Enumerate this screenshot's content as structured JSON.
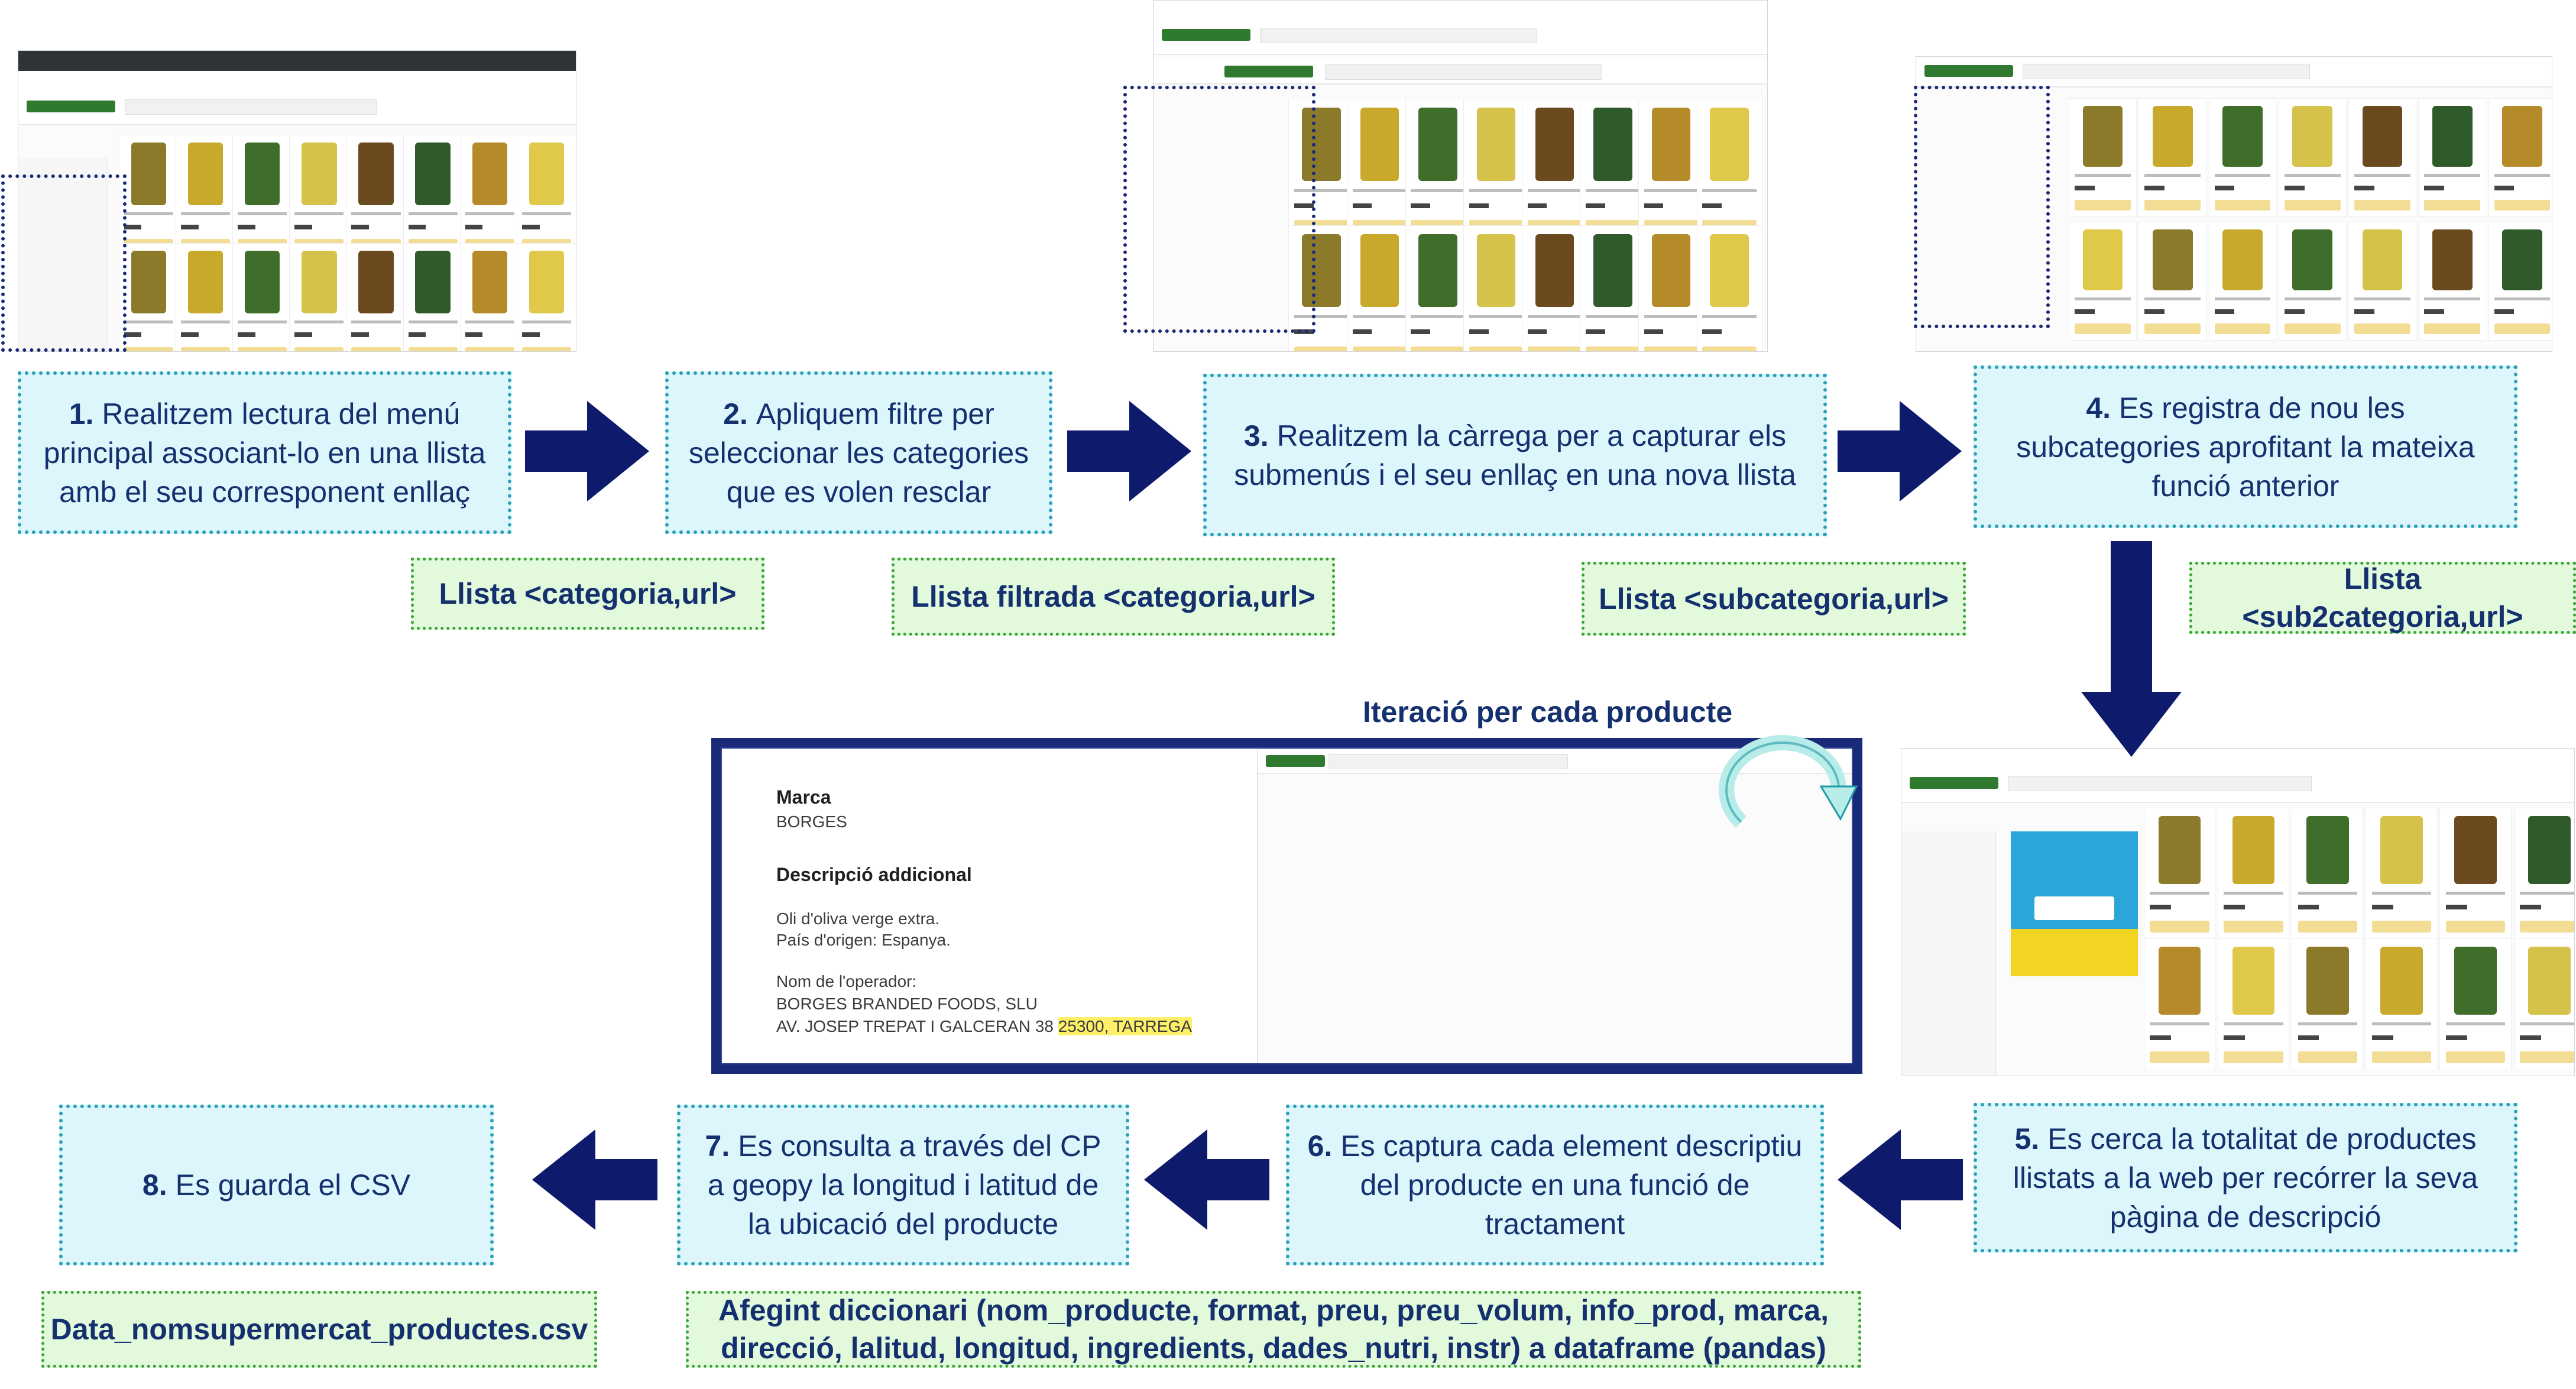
{
  "steps": [
    {
      "num": "1.",
      "text": "Realitzem lectura del menú principal associant-lo en una llista amb el seu corresponent enllaç"
    },
    {
      "num": "2.",
      "text": "Apliquem filtre per seleccionar les categories que es volen resclar"
    },
    {
      "num": "3.",
      "text": "Realitzem la càrrega per a capturar els submenús i el seu enllaç en una nova llista"
    },
    {
      "num": "4.",
      "text": "Es registra de nou les subcategories aprofitant la mateixa funció anterior"
    },
    {
      "num": "5.",
      "text": "Es cerca la totalitat de productes llistats a la web per recórrer la seva pàgina de descripció"
    },
    {
      "num": "6.",
      "text": "Es captura cada element descriptiu del producte en una funció de tractament"
    },
    {
      "num": "7.",
      "text": "Es consulta a través del CP a geopy la longitud i latitud de la ubicació del producte"
    },
    {
      "num": "8.",
      "text": "Es guarda el CSV"
    }
  ],
  "labels": {
    "l1": "Llista <categoria,url>",
    "l2": "Llista filtrada <categoria,url>",
    "l3": "Llista <subcategoria,url>",
    "l4": "Llista <sub2categoria,url>",
    "csv": "Data_nomsupermercat_productes.csv",
    "dict": "Afegint diccionari (nom_producte, format, preu, preu_volum, info_prod, marca, direcció, lalitud, longitud, ingredients, dades_nutri, instr) a dataframe (pandas)"
  },
  "iteration_title": "Iteració per cada producte",
  "detail": {
    "marca_h": "Marca",
    "marca_v": "BORGES",
    "desc_h": "Descripció addicional",
    "desc_1": "Oli d'oliva verge extra.",
    "desc_2": "País d'origen: Espanya.",
    "op_h": "Nom de l'operador:",
    "op_1": "BORGES BRANDED FOODS, SLU",
    "op_2a": "AV. JOSEP TREPAT I GALCERAN 38 ",
    "op_2b": "25300, TARREGA"
  },
  "colors": {
    "step_fill": "#dcf6fb",
    "step_border": "#29a0b8",
    "label_fill": "#e2f9dc",
    "label_border": "#36a336",
    "arrow": "#0e1a6b",
    "text": "#14306e",
    "highlight": "#fff06a"
  }
}
